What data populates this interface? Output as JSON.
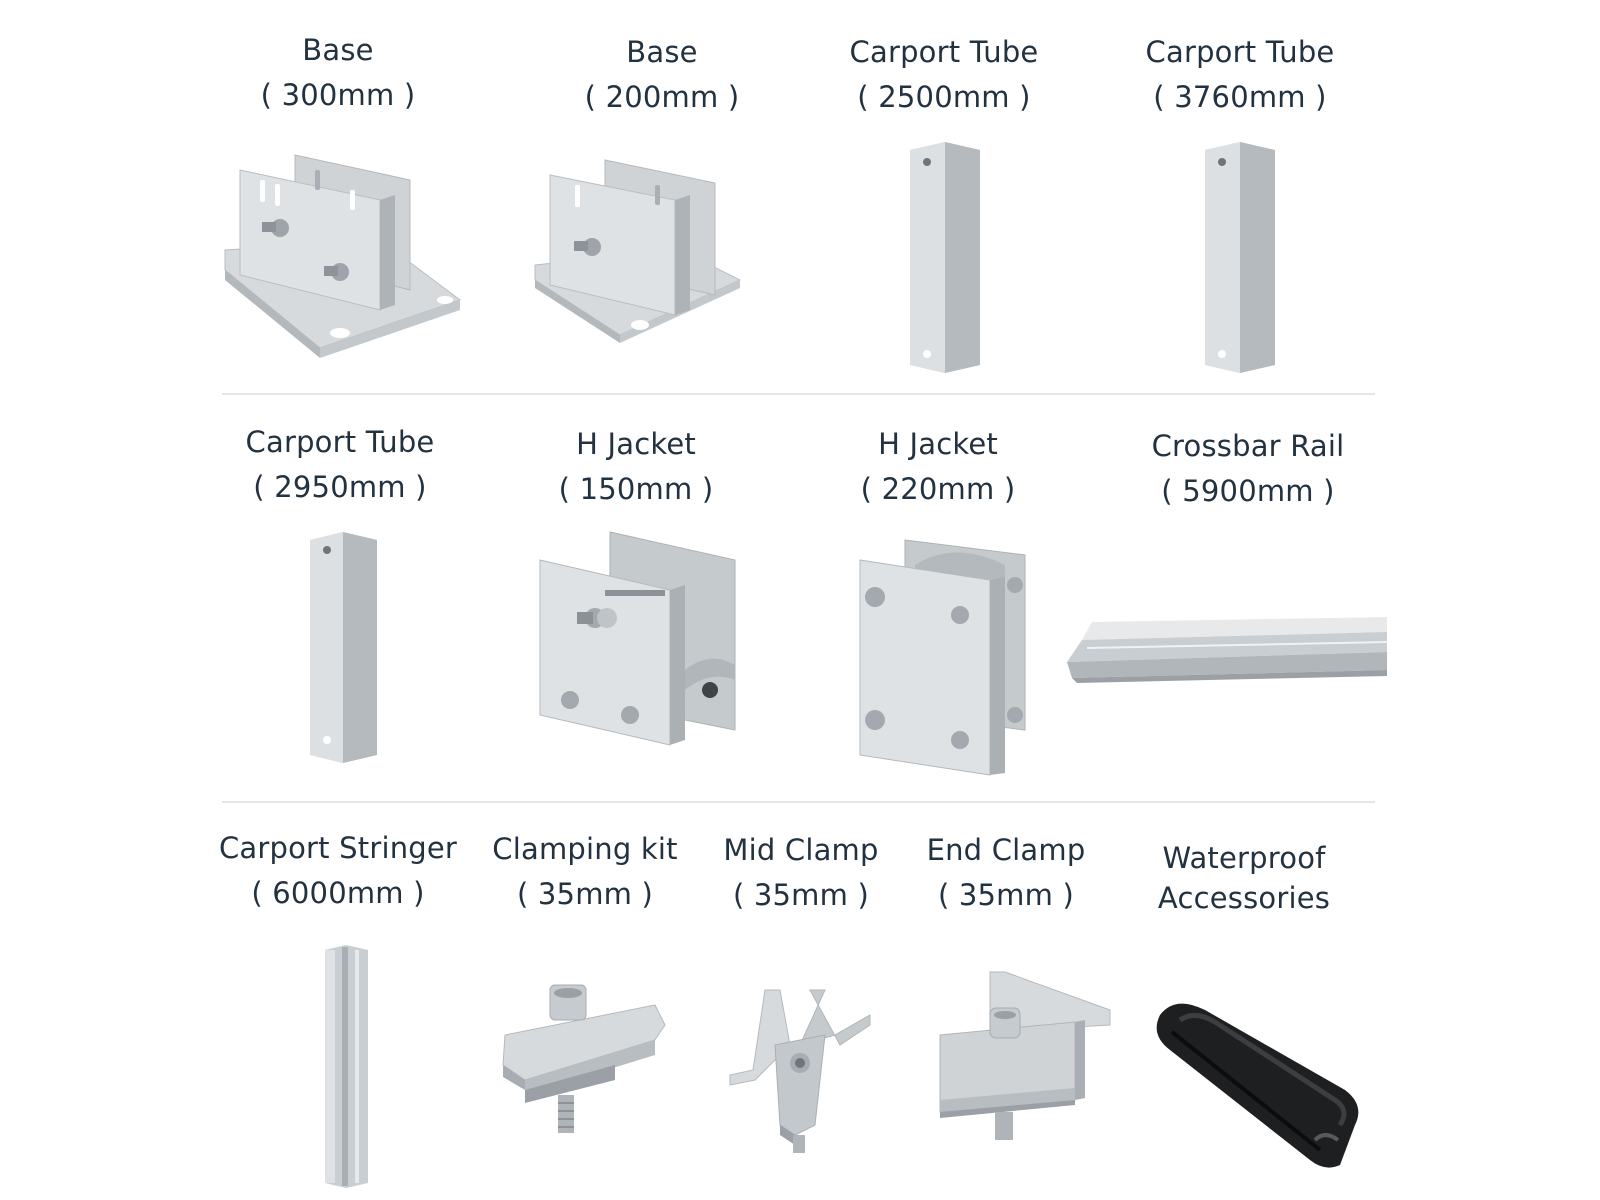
{
  "products": [
    {
      "name": "Base",
      "size": "( 300mm )",
      "icon": "base-300-icon"
    },
    {
      "name": "Base",
      "size": "( 200mm )",
      "icon": "base-200-icon"
    },
    {
      "name": "Carport Tube",
      "size": "( 2500mm )",
      "icon": "tube-2500-icon"
    },
    {
      "name": "Carport Tube",
      "size": "( 3760mm )",
      "icon": "tube-3760-icon"
    },
    {
      "name": "Carport Tube",
      "size": "( 2950mm )",
      "icon": "tube-2950-icon"
    },
    {
      "name": "H Jacket",
      "size": "( 150mm )",
      "icon": "h-jacket-150-icon"
    },
    {
      "name": "H Jacket",
      "size": "( 220mm )",
      "icon": "h-jacket-220-icon"
    },
    {
      "name": "Crossbar Rail",
      "size": "( 5900mm )",
      "icon": "crossbar-rail-icon"
    },
    {
      "name": "Carport Stringer",
      "size": "( 6000mm )",
      "icon": "carport-stringer-icon"
    },
    {
      "name": "Clamping kit",
      "size": "( 35mm )",
      "icon": "clamping-kit-icon"
    },
    {
      "name": "Mid Clamp",
      "size": "( 35mm )",
      "icon": "mid-clamp-icon"
    },
    {
      "name": "End Clamp",
      "size": "( 35mm )",
      "icon": "end-clamp-icon"
    },
    {
      "name": "Waterproof",
      "size": "Accessories",
      "icon": "waterproof-strip-icon"
    }
  ],
  "colors": {
    "text": "#233240",
    "aluminum": "#c9ced2",
    "aluminum_dark": "#a9afb4",
    "rubber": "#1e1f21",
    "divider": "#e3e6e8"
  }
}
